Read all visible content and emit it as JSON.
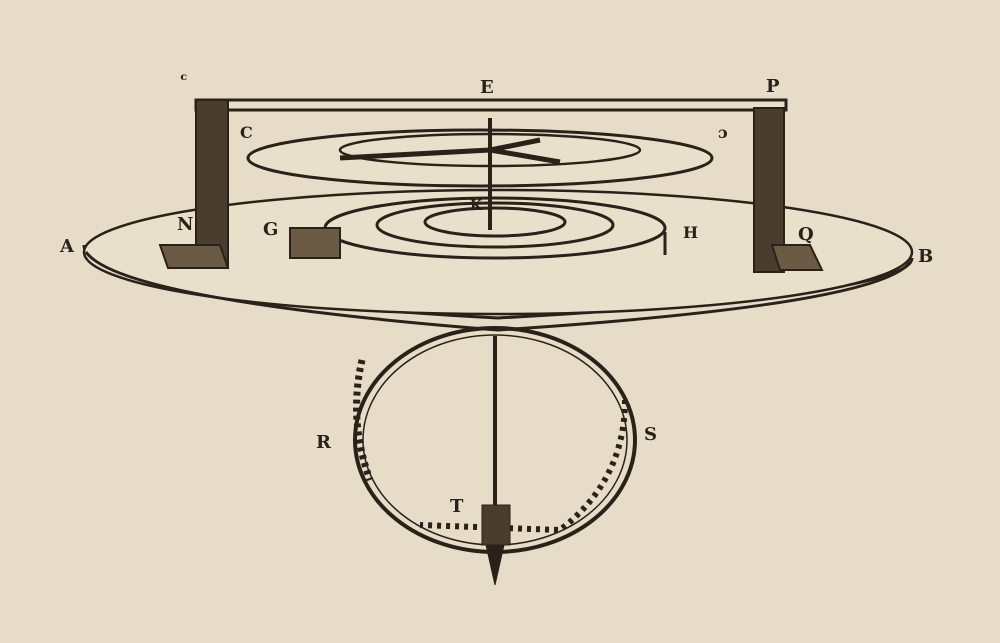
{
  "figure": {
    "description": "Engraving of a balance spring mechanism with circular plate, bridge, balance wheel, spiral spring and toothed ring with pinion",
    "colors": {
      "paper": "#e6dcc8",
      "ink": "#2a2218",
      "shade": "#4a3d2e"
    },
    "labels": {
      "top_left_mark": "ᶜ",
      "E": "E",
      "P": "P",
      "C": "C",
      "D": "ɔ",
      "A": "A",
      "N": "N",
      "G": "G",
      "K": "K",
      "H": "H",
      "Q": "Q",
      "B": "B",
      "R": "R",
      "S": "S",
      "T": "T"
    }
  }
}
